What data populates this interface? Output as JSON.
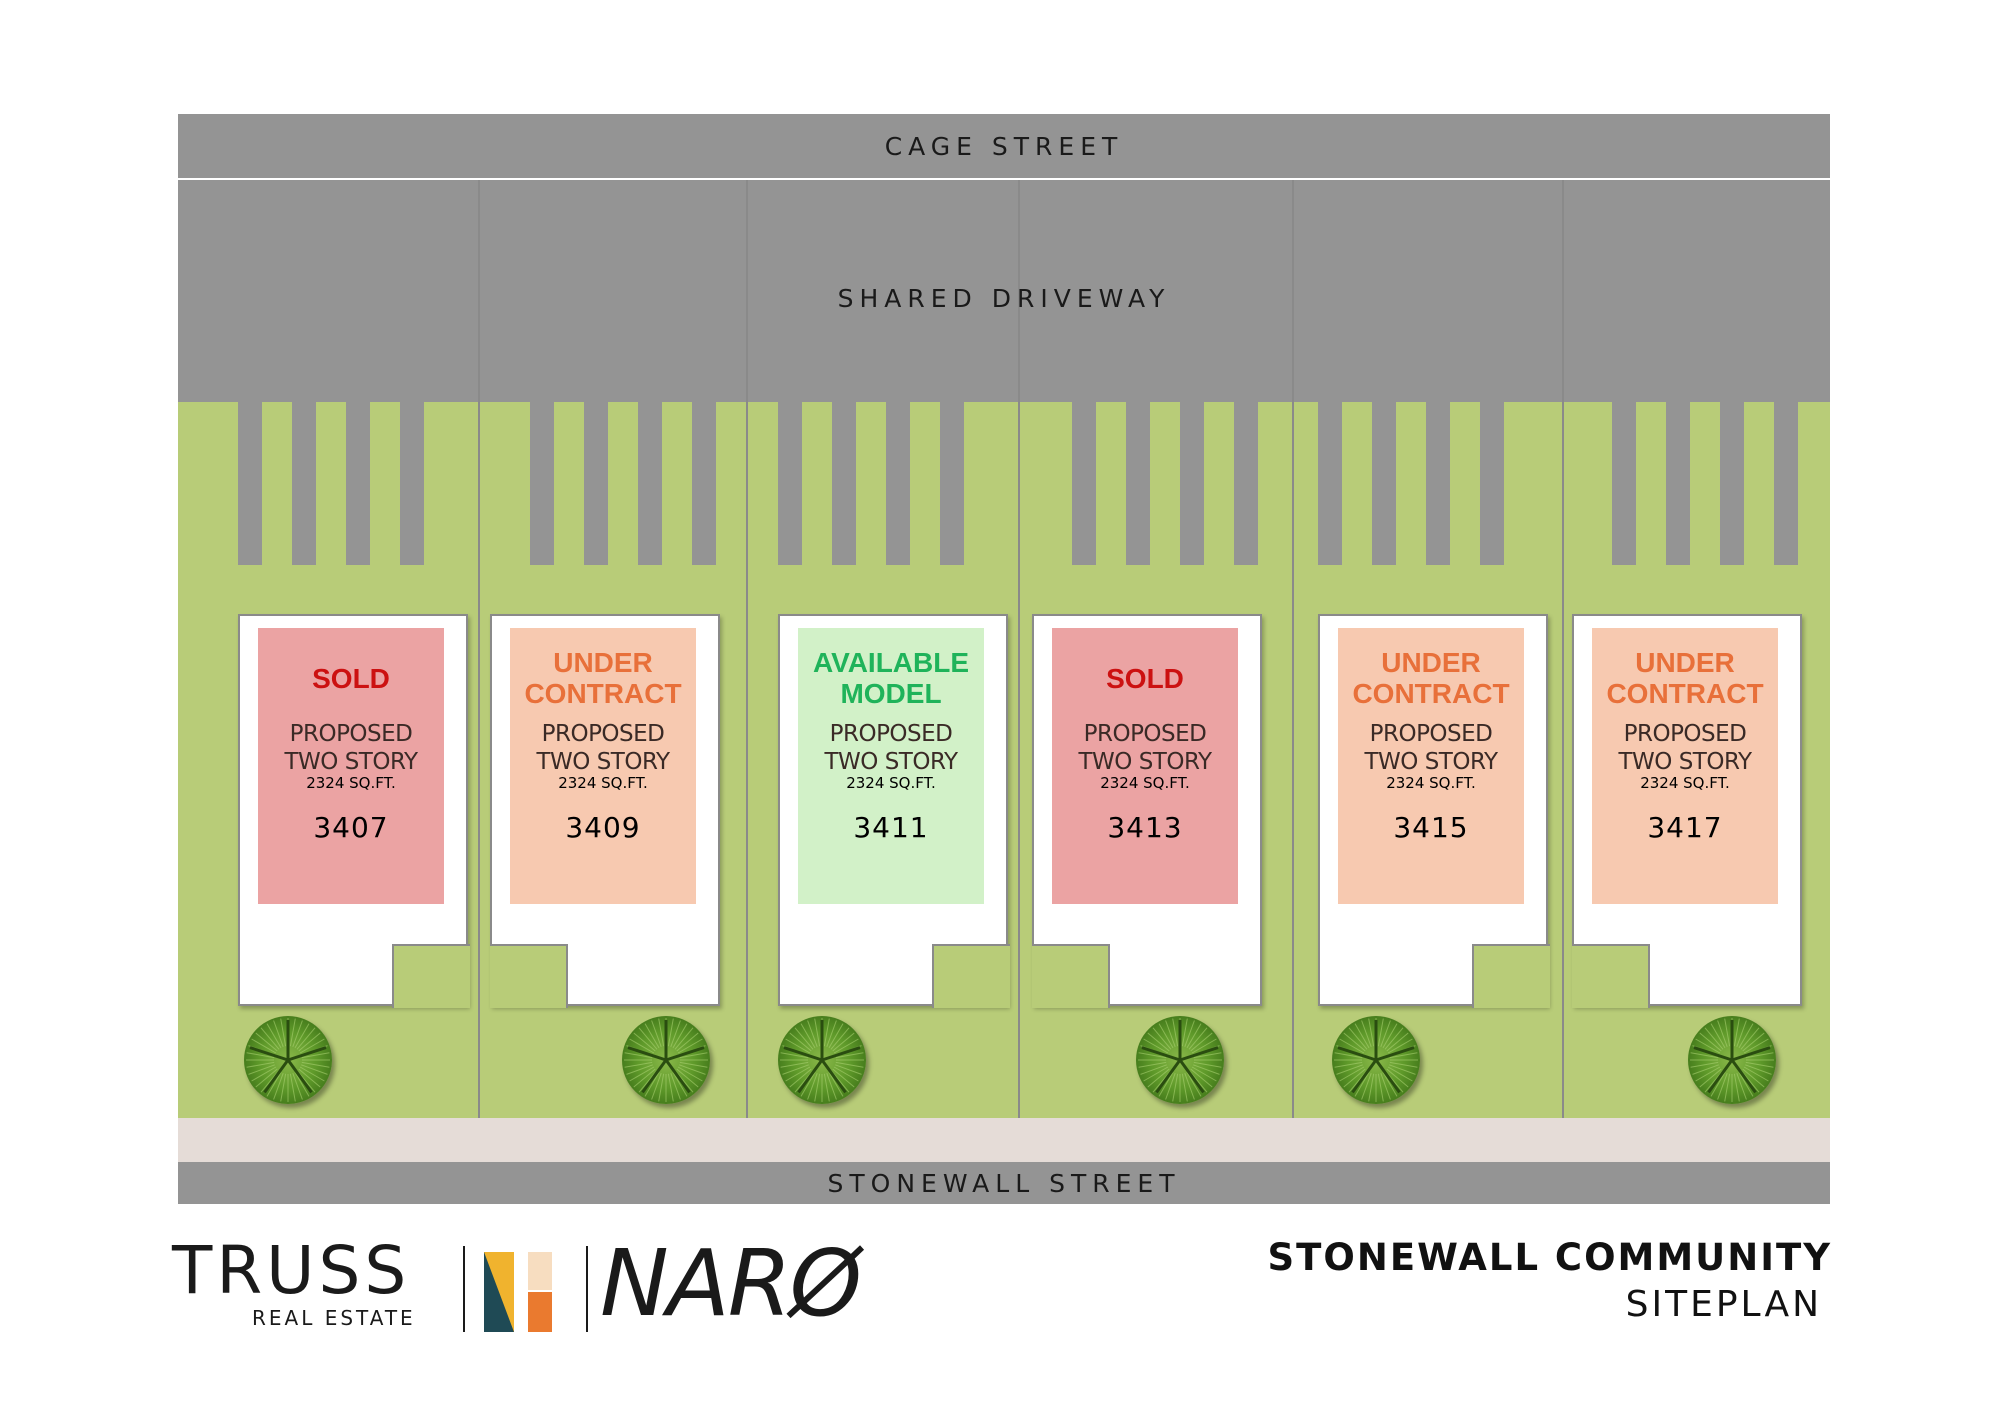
{
  "streets": {
    "top": "CAGE STREET",
    "driveway": "SHARED DRIVEWAY",
    "bottom": "STONEWALL STREET"
  },
  "colors": {
    "road": "#949494",
    "lawn": "#b8cc78",
    "sidewalk": "#e5dcd7",
    "sold_bg": "#eba3a3",
    "sold_text": "#cc1111",
    "contract_bg": "#f7c9b0",
    "contract_text": "#e8703a",
    "available_bg": "#d2f1c8",
    "available_text": "#1fb35a"
  },
  "lots": [
    {
      "status_lines": [
        "SOLD"
      ],
      "status": "sold",
      "desc1": "PROPOSED",
      "desc2": "TWO STORY",
      "sqft": "2324 SQ.FT.",
      "number": "3407"
    },
    {
      "status_lines": [
        "UNDER",
        "CONTRACT"
      ],
      "status": "contract",
      "desc1": "PROPOSED",
      "desc2": "TWO STORY",
      "sqft": "2324 SQ.FT.",
      "number": "3409"
    },
    {
      "status_lines": [
        "AVAILABLE",
        "MODEL"
      ],
      "status": "available",
      "desc1": "PROPOSED",
      "desc2": "TWO STORY",
      "sqft": "2324 SQ.FT.",
      "number": "3411"
    },
    {
      "status_lines": [
        "SOLD"
      ],
      "status": "sold",
      "desc1": "PROPOSED",
      "desc2": "TWO STORY",
      "sqft": "2324 SQ.FT.",
      "number": "3413"
    },
    {
      "status_lines": [
        "UNDER",
        "CONTRACT"
      ],
      "status": "contract",
      "desc1": "PROPOSED",
      "desc2": "TWO STORY",
      "sqft": "2324 SQ.FT.",
      "number": "3415"
    },
    {
      "status_lines": [
        "UNDER",
        "CONTRACT"
      ],
      "status": "contract",
      "desc1": "PROPOSED",
      "desc2": "TWO STORY",
      "sqft": "2324 SQ.FT.",
      "number": "3417"
    }
  ],
  "branding": {
    "truss": "TRUSS",
    "truss_sub": "REAL ESTATE",
    "naro": "NARØ",
    "title": "STONEWALL COMMUNITY",
    "subtitle": "SITEPLAN"
  }
}
